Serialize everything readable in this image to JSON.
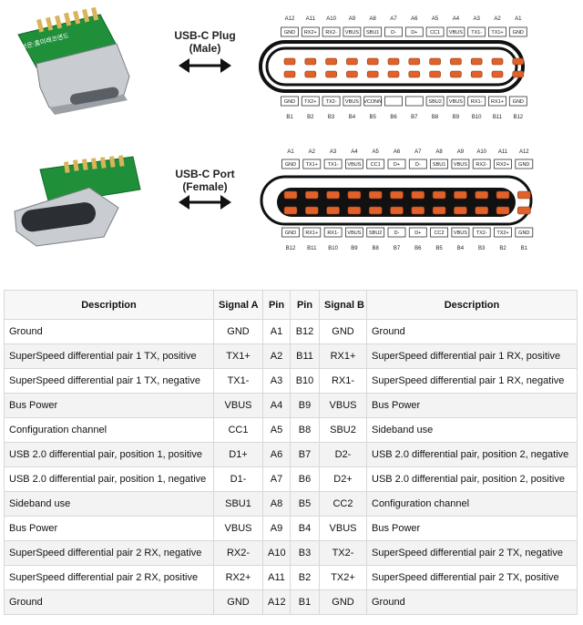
{
  "plug": {
    "title_line1": "USB-C Plug",
    "title_line2": "(Male)",
    "top_pins": [
      "A12",
      "A11",
      "A10",
      "A9",
      "A8",
      "A7",
      "A6",
      "A5",
      "A4",
      "A3",
      "A2",
      "A1"
    ],
    "top_signals": [
      "GND",
      "RX2+",
      "RX2-",
      "VBUS",
      "SBU1",
      "D-",
      "D+",
      "CC1",
      "VBUS",
      "TX1-",
      "TX1+",
      "GND"
    ],
    "bottom_signals": [
      "GND",
      "TX2+",
      "TX2-",
      "VBUS",
      "VCONN",
      "",
      "",
      "SBU2",
      "VBUS",
      "RX1-",
      "RX1+",
      "GND"
    ],
    "bottom_pins": [
      "B1",
      "B2",
      "B3",
      "B4",
      "B5",
      "B6",
      "B7",
      "B8",
      "B9",
      "B10",
      "B11",
      "B12"
    ]
  },
  "port": {
    "title_line1": "USB-C Port",
    "title_line2": "(Female)",
    "top_pins": [
      "A1",
      "A2",
      "A3",
      "A4",
      "A5",
      "A6",
      "A7",
      "A8",
      "A9",
      "A10",
      "A11",
      "A12"
    ],
    "top_signals": [
      "GND",
      "TX1+",
      "TX1-",
      "VBUS",
      "CC1",
      "D+",
      "D-",
      "SBU1",
      "VBUS",
      "RX2-",
      "RX2+",
      "GND"
    ],
    "bottom_signals": [
      "GND",
      "RX1+",
      "RX1-",
      "VBUS",
      "SBU2",
      "D-",
      "D+",
      "CC2",
      "VBUS",
      "TX2-",
      "TX2+",
      "GND"
    ],
    "bottom_pins": [
      "B12",
      "B11",
      "B10",
      "B9",
      "B8",
      "B7",
      "B6",
      "B5",
      "B4",
      "B3",
      "B2",
      "B1"
    ]
  },
  "table": {
    "headers": [
      "Description",
      "Signal A",
      "Pin",
      "Pin",
      "Signal B",
      "Description"
    ],
    "rows": [
      [
        "Ground",
        "GND",
        "A1",
        "B12",
        "GND",
        "Ground"
      ],
      [
        "SuperSpeed differential pair 1 TX, positive",
        "TX1+",
        "A2",
        "B11",
        "RX1+",
        "SuperSpeed differential pair 1 RX, positive"
      ],
      [
        "SuperSpeed differential pair 1 TX, negative",
        "TX1-",
        "A3",
        "B10",
        "RX1-",
        "SuperSpeed differential pair 1 RX, negative"
      ],
      [
        "Bus Power",
        "VBUS",
        "A4",
        "B9",
        "VBUS",
        "Bus Power"
      ],
      [
        "Configuration channel",
        "CC1",
        "A5",
        "B8",
        "SBU2",
        "Sideband use"
      ],
      [
        "USB 2.0 differential pair, position 1, positive",
        "D1+",
        "A6",
        "B7",
        "D2-",
        "USB 2.0 differential pair, position 2, negative"
      ],
      [
        "USB 2.0 differential pair, position 1, negative",
        "D1-",
        "A7",
        "B6",
        "D2+",
        "USB 2.0 differential pair, position 2, positive"
      ],
      [
        "Sideband use",
        "SBU1",
        "A8",
        "B5",
        "CC2",
        "Configuration channel"
      ],
      [
        "Bus Power",
        "VBUS",
        "A9",
        "B4",
        "VBUS",
        "Bus Power"
      ],
      [
        "SuperSpeed differential pair 2 RX, negative",
        "RX2-",
        "A10",
        "B3",
        "TX2-",
        "SuperSpeed differential pair 2 TX, negative"
      ],
      [
        "SuperSpeed differential pair 2 RX, positive",
        "RX2+",
        "A11",
        "B2",
        "TX2+",
        "SuperSpeed differential pair 2 TX, positive"
      ],
      [
        "Ground",
        "GND",
        "A12",
        "B1",
        "GND",
        "Ground"
      ]
    ]
  },
  "pcb_text": "보은:홈미래코엔드"
}
